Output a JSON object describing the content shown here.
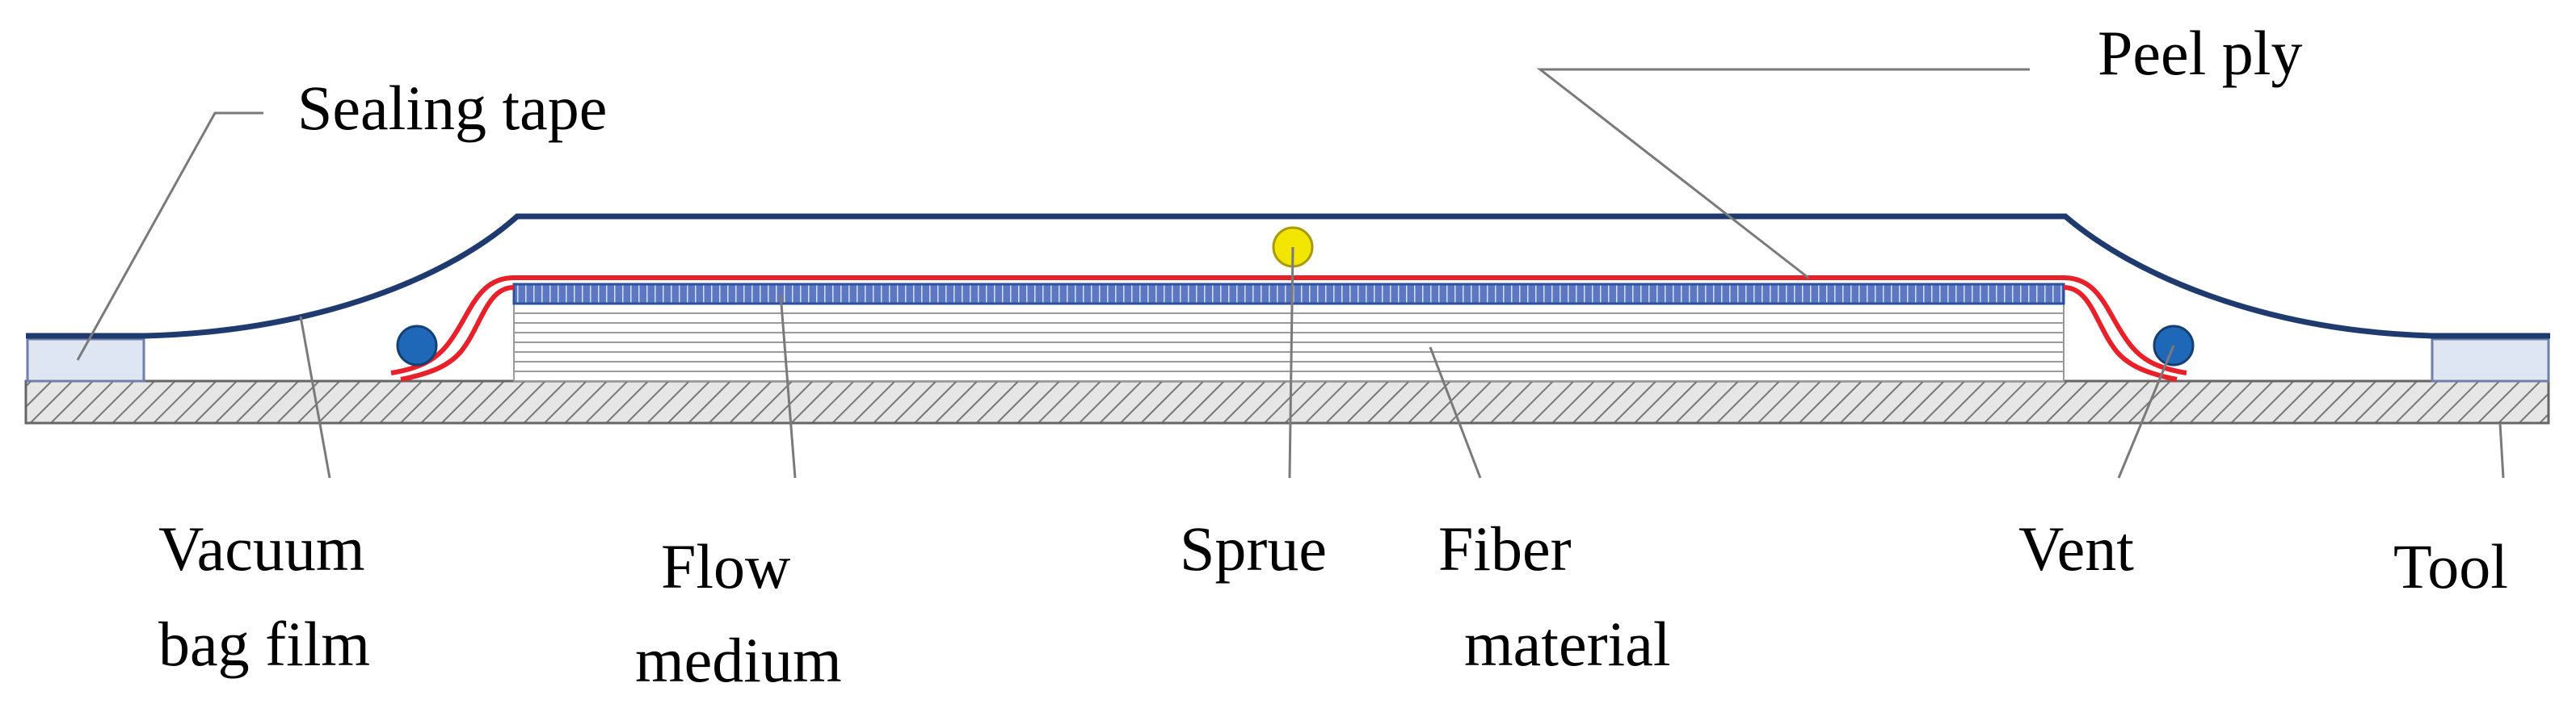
{
  "labels": {
    "sealing_tape": "Sealing tape",
    "peel_ply": "Peel ply",
    "vacuum_bag_film_line1": "Vacuum",
    "vacuum_bag_film_line2": "bag film",
    "flow_medium_line1": "Flow",
    "flow_medium_line2": "medium",
    "sprue": "Sprue",
    "fiber_material_line1": "Fiber",
    "fiber_material_line2": "material",
    "vent": "Vent",
    "tool": "Tool"
  },
  "colors": {
    "vacuum_bag": "#1f3a6e",
    "peel_ply": "#e8202a",
    "flow_medium": "#2c4f9e",
    "fiber": "#9a9a9a",
    "tool_hatch": "#777777",
    "tool_fill": "#e6e6e6",
    "sealing_tape_fill": "#dfe6f3",
    "sealing_tape_stroke": "#6f7fa6",
    "sprue": "#f2e600",
    "vent": "#1f68b8",
    "leader_line": "#7a7a7a"
  }
}
